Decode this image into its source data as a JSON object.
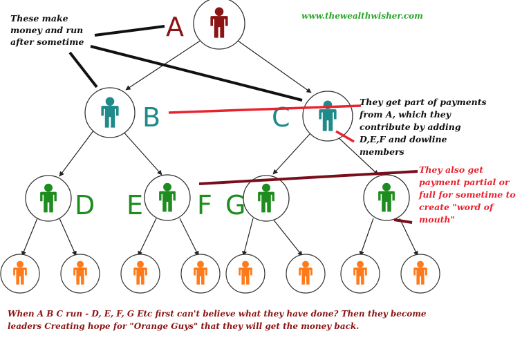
{
  "header": {
    "website": "www.thewealthwisher.com"
  },
  "labels": {
    "A": "A",
    "B": "B",
    "C": "C",
    "D": "D",
    "E": "E",
    "F": "F",
    "G": "G"
  },
  "annotations": {
    "top_left": [
      "These make",
      "money and run",
      "after sometime"
    ],
    "right_middle": [
      "They get part of payments",
      "from A, which they",
      "contribute by adding",
      "D,E,F and dowline",
      "members"
    ],
    "right_lower": [
      "They also get",
      "payment partial or",
      "full for sometime to",
      "create \"word of",
      "mouth\""
    ]
  },
  "footer": {
    "line1": "When A B C run - D, E, F, G Etc first can't believe what they have done? Then they become",
    "line2": "leaders Creating hope for \"Orange Guys\" that they will get the money back."
  },
  "colors": {
    "level_a": "#8b1414",
    "level_b": "#1f8a8a",
    "level_d": "#1e8c1e",
    "level_orange": "#ff7a1a",
    "red_line": "#e8232f",
    "dark_red_line": "#7a0f1c",
    "site_green": "#2aa52a",
    "footer_text": "#8b1414",
    "note_red": "#e8232f"
  },
  "icons": {
    "person": "person-icon"
  }
}
